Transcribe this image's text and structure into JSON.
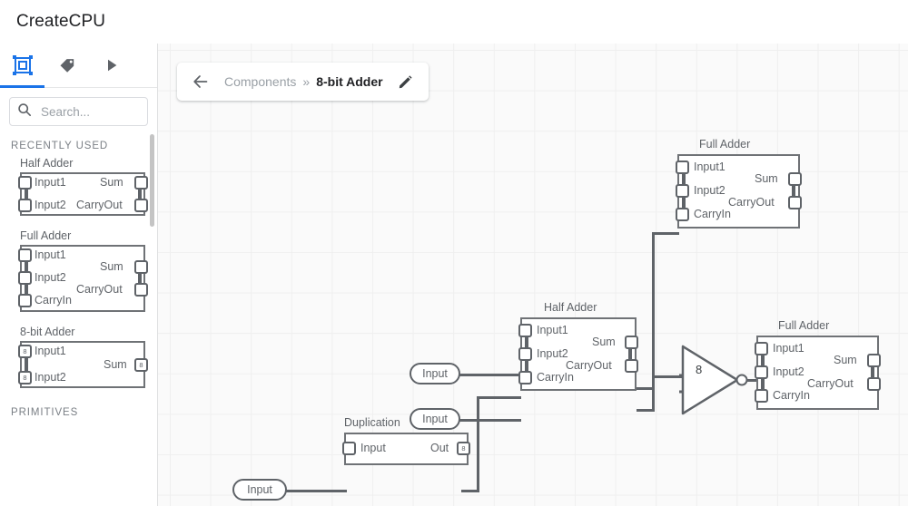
{
  "app": {
    "title": "CreateCPU"
  },
  "sidebar": {
    "tabs": [
      {
        "name": "components-tab",
        "icon": "component-icon",
        "active": true
      },
      {
        "name": "labels-tab",
        "icon": "tag-icon",
        "active": false
      },
      {
        "name": "run-tab",
        "icon": "play-icon",
        "active": false
      }
    ],
    "search": {
      "placeholder": "Search...",
      "value": "",
      "icon": "search-icon"
    },
    "sections": [
      {
        "label": "RECENTLY USED"
      },
      {
        "label": "PRIMITIVES"
      }
    ],
    "library": [
      {
        "name": "Half Adder",
        "inputs": [
          {
            "label": "Input1",
            "bus": ""
          },
          {
            "label": "Input2",
            "bus": ""
          }
        ],
        "outputs": [
          {
            "label": "Sum",
            "bus": ""
          },
          {
            "label": "CarryOut",
            "bus": ""
          }
        ]
      },
      {
        "name": "Full Adder",
        "inputs": [
          {
            "label": "Input1",
            "bus": ""
          },
          {
            "label": "Input2",
            "bus": ""
          },
          {
            "label": "CarryIn",
            "bus": ""
          }
        ],
        "outputs": [
          {
            "label": "Sum",
            "bus": ""
          },
          {
            "label": "CarryOut",
            "bus": ""
          }
        ]
      },
      {
        "name": "8-bit Adder",
        "inputs": [
          {
            "label": "Input1",
            "bus": "8"
          },
          {
            "label": "Input2",
            "bus": "8"
          }
        ],
        "outputs": [
          {
            "label": "Sum",
            "bus": "8"
          }
        ]
      }
    ]
  },
  "breadcrumb": {
    "back_icon": "arrow-left-icon",
    "parent": "Components",
    "separator": "»",
    "current": "8-bit Adder",
    "edit_icon": "pencil-icon"
  },
  "canvas": {
    "grid": true,
    "background": "#fafafa",
    "grid_color": "#efefef",
    "wire_color": "#5f6368",
    "node_border": "#6f7276",
    "accent": "#1a73e8",
    "nodes": [
      {
        "id": "full-adder-top",
        "name": "Full Adder",
        "inputs": [
          {
            "label": "Input1",
            "bus": ""
          },
          {
            "label": "Input2",
            "bus": ""
          },
          {
            "label": "CarryIn",
            "bus": ""
          }
        ],
        "outputs": [
          {
            "label": "Sum",
            "bus": ""
          },
          {
            "label": "CarryOut",
            "bus": ""
          }
        ]
      },
      {
        "id": "half-adder-mid",
        "name": "Half Adder",
        "inputs": [
          {
            "label": "Input1",
            "bus": ""
          },
          {
            "label": "Input2",
            "bus": ""
          },
          {
            "label": "CarryIn",
            "bus": ""
          }
        ],
        "outputs": [
          {
            "label": "Sum",
            "bus": ""
          },
          {
            "label": "CarryOut",
            "bus": ""
          }
        ]
      },
      {
        "id": "full-adder-right",
        "name": "Full Adder",
        "inputs": [
          {
            "label": "Input1",
            "bus": ""
          },
          {
            "label": "Input2",
            "bus": ""
          },
          {
            "label": "CarryIn",
            "bus": ""
          }
        ],
        "outputs": [
          {
            "label": "Sum",
            "bus": ""
          },
          {
            "label": "CarryOut",
            "bus": ""
          }
        ]
      },
      {
        "id": "duplication",
        "name": "Duplication",
        "inputs": [
          {
            "label": "Input",
            "bus": ""
          }
        ],
        "outputs": [
          {
            "label": "Out",
            "bus": "8"
          }
        ]
      }
    ],
    "io_pills": [
      {
        "id": "input-pill-1",
        "label": "Input"
      },
      {
        "id": "input-pill-2",
        "label": "Input"
      },
      {
        "id": "input-pill-3",
        "label": "Input"
      }
    ],
    "merge_node": {
      "id": "merge-8",
      "label": "8",
      "inverted": true
    }
  }
}
